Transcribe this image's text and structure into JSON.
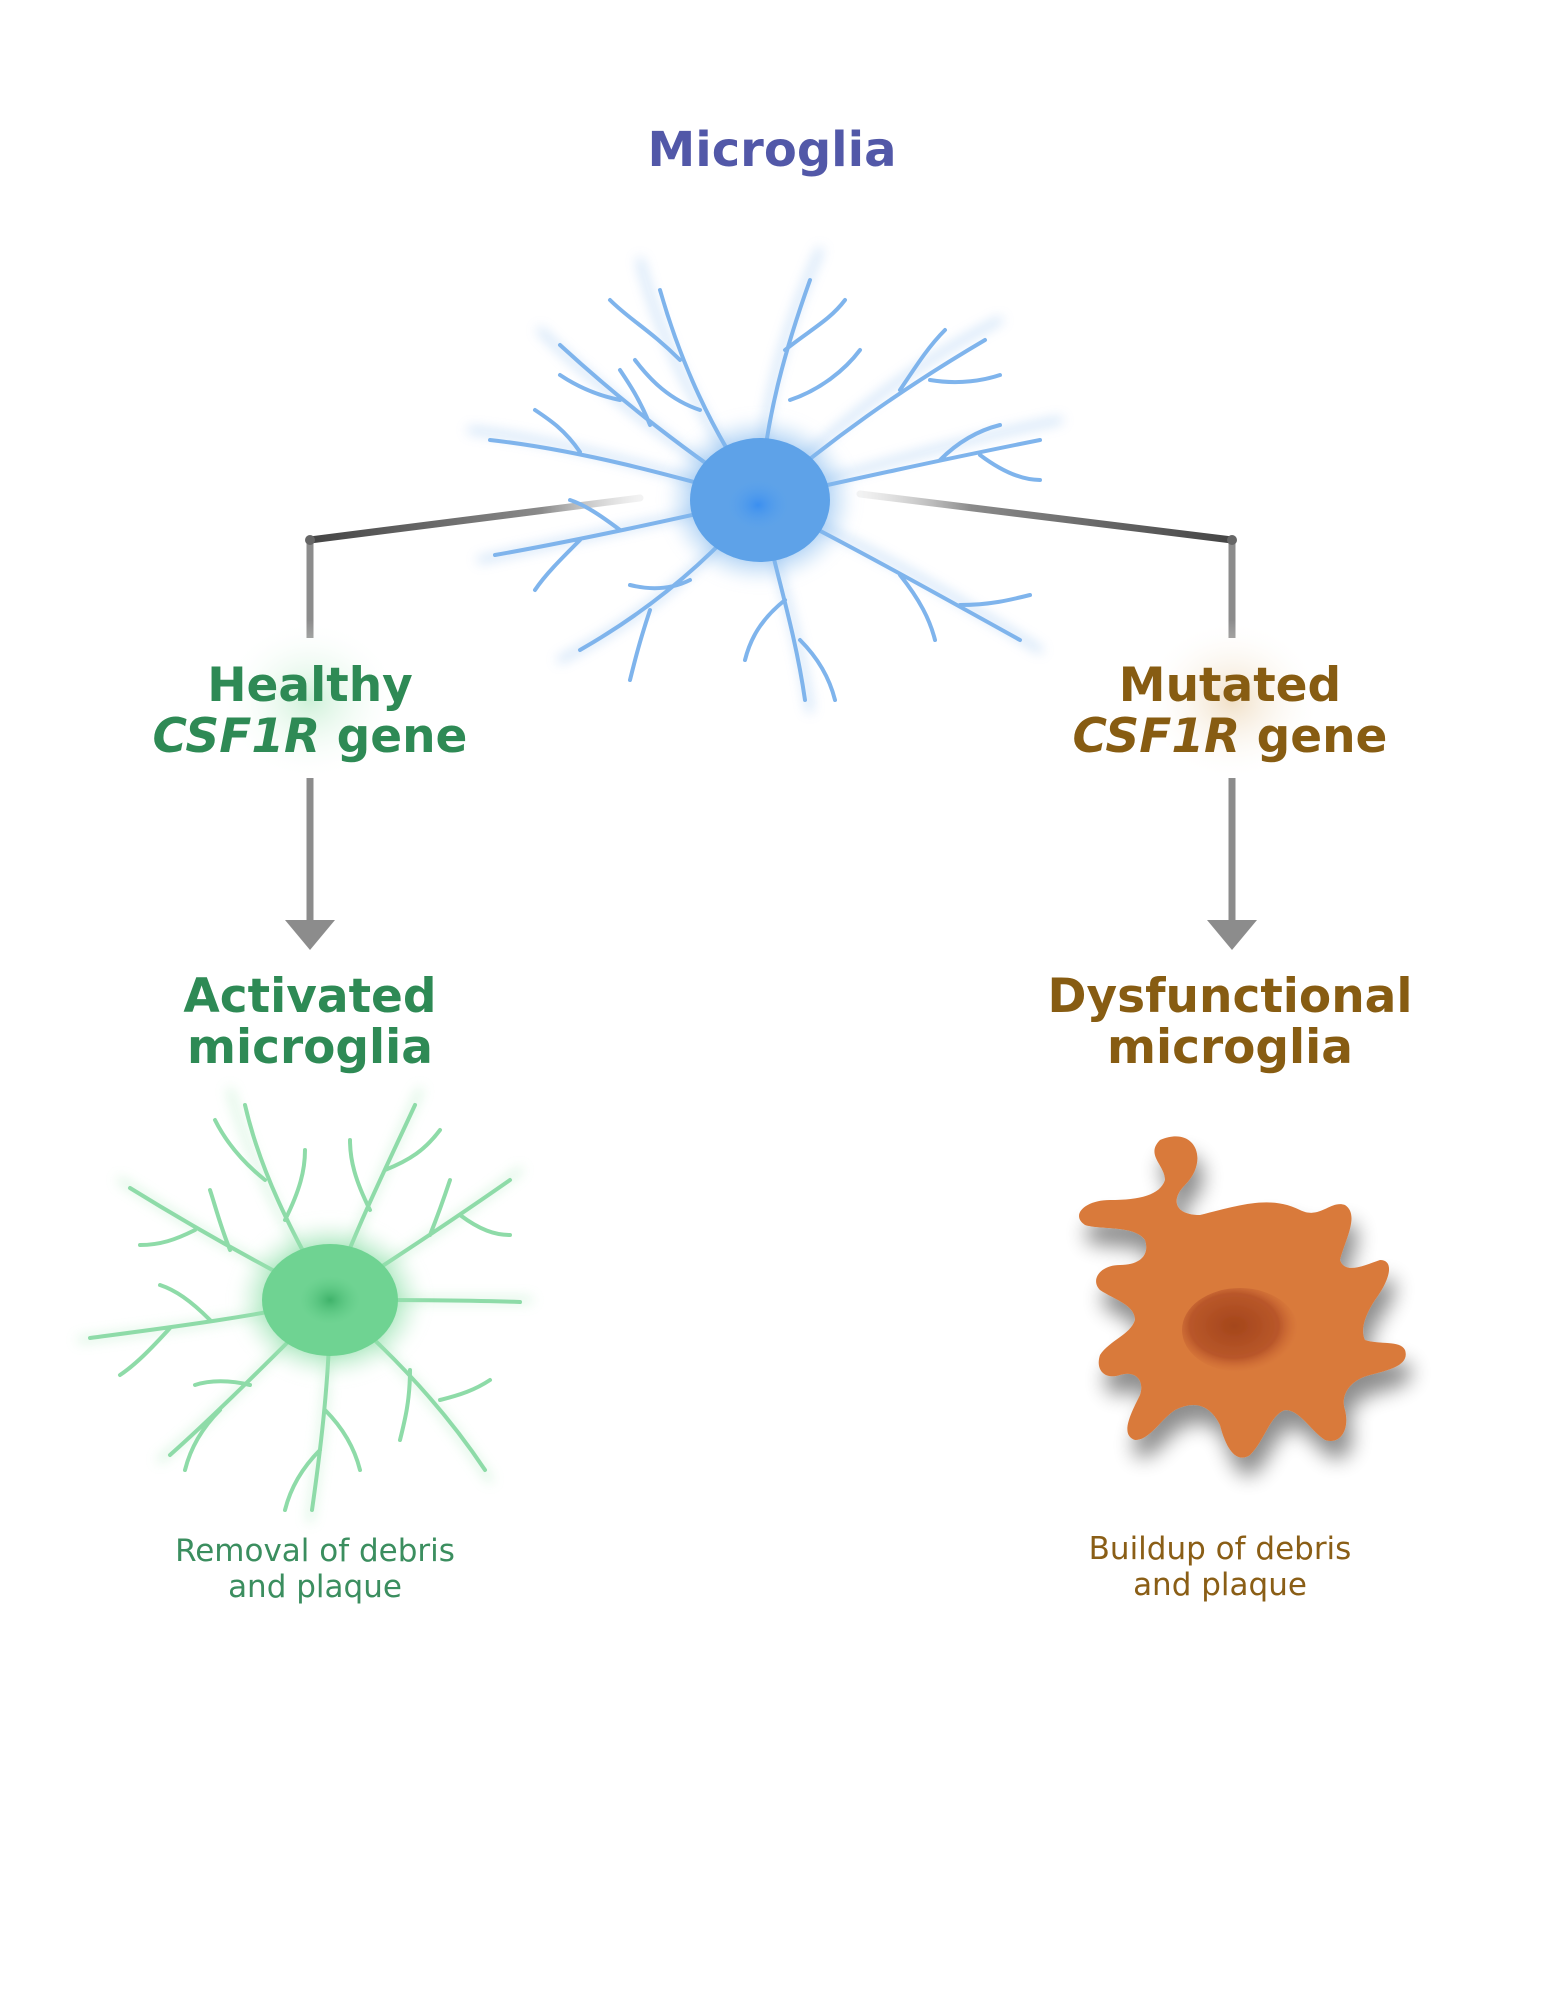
{
  "title": "Microglia",
  "branches": {
    "healthy": {
      "gene_line1": "Healthy",
      "gene_symbol": "CSF1R",
      "gene_suffix": " gene",
      "outcome_line1": "Activated",
      "outcome_line2": "microglia",
      "desc_line1": "Removal of debris",
      "desc_line2": "and plaque"
    },
    "mutated": {
      "gene_line1": "Mutated",
      "gene_symbol": "CSF1R",
      "gene_suffix": " gene",
      "outcome_line1": "Dysfunctional",
      "outcome_line2": "microglia",
      "desc_line1": "Buildup of debris",
      "desc_line2": "and plaque"
    }
  },
  "colors": {
    "title": "#5258a8",
    "healthy": "#2e8a55",
    "mutated": "#875c12",
    "connector": "#8c8c8c",
    "microglia_cell": "#4f95df",
    "activated_cell": "#55c97f",
    "dysfunctional_cell": "#d97a3b"
  }
}
